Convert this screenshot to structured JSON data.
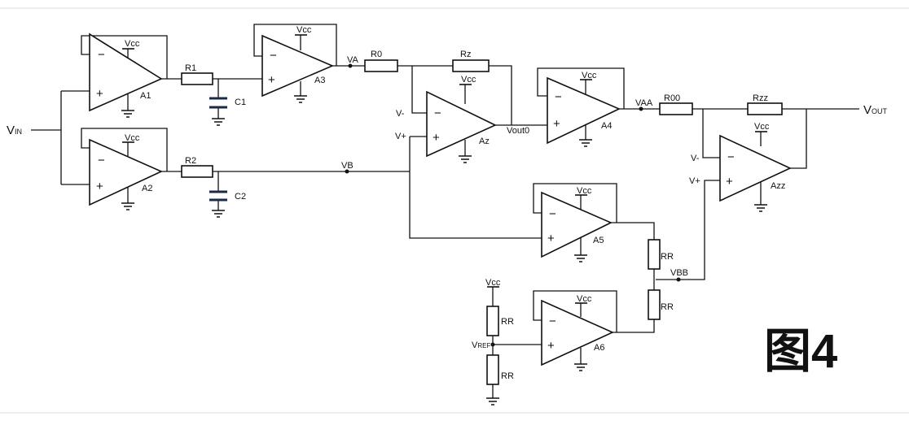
{
  "figure_label": "图4",
  "inputs": {
    "vin": "V",
    "vin_sub": "IN"
  },
  "outputs": {
    "vout": "V",
    "vout_sub": "OUT"
  },
  "supply": "Vcc",
  "amplifiers": [
    {
      "id": "a1",
      "name": "A1"
    },
    {
      "id": "a2",
      "name": "A2"
    },
    {
      "id": "a3",
      "name": "A3"
    },
    {
      "id": "az",
      "name": "Az"
    },
    {
      "id": "a4",
      "name": "A4"
    },
    {
      "id": "azz",
      "name": "Azz"
    },
    {
      "id": "a5",
      "name": "A5"
    },
    {
      "id": "a6",
      "name": "A6"
    }
  ],
  "amp_signs": {
    "minus": "−",
    "plus": "+"
  },
  "resistors": {
    "r1": "R1",
    "r2": "R2",
    "r0": "R0",
    "rz": "Rz",
    "r00": "R00",
    "rzz": "Rzz",
    "rr": "RR"
  },
  "capacitors": {
    "c1": "C1",
    "c2": "C2"
  },
  "nodes": {
    "va": "VA",
    "vb": "VB",
    "vaa": "VAA",
    "vbb": "VBB",
    "vout0": "Vout0",
    "vminus": "V-",
    "vplus": "V+",
    "vref": "V",
    "vref_sub": "REF"
  }
}
